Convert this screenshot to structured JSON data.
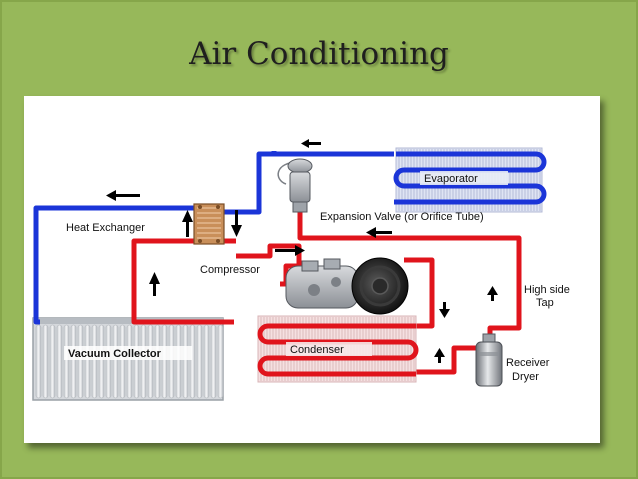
{
  "title": "Air Conditioning",
  "labels": {
    "heat_exchanger": "Heat Exchanger",
    "compressor": "Compressor",
    "evaporator": "Evaporator",
    "expansion_valve": "Expansion Valve (or Orifice Tube)",
    "condenser": "Condenser",
    "vacuum_collector": "Vacuum Collector",
    "high_side_tap_line1": "High side",
    "high_side_tap_line2": "Tap",
    "receiver_dryer_line1": "Receiver",
    "receiver_dryer_line2": "Dryer"
  },
  "colors": {
    "background": "#97b85a",
    "low_pressure_line": "#1b35d8",
    "high_pressure_line": "#e0141c"
  }
}
